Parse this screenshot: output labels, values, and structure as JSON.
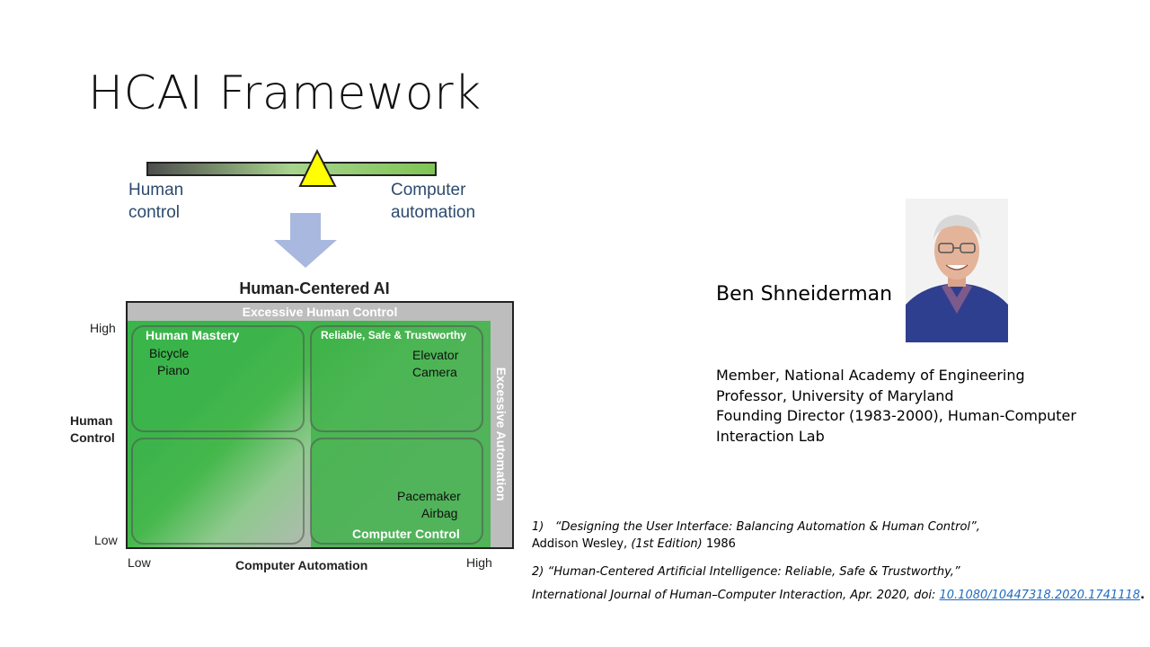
{
  "slide": {
    "title": "HCAI Framework"
  },
  "slider": {
    "left_label": "Human\ncontrol",
    "left_line1": "Human",
    "left_line2": "control",
    "right_line1": "Computer",
    "right_line2": "automation"
  },
  "diagram": {
    "title": "Human-Centered AI",
    "top_band": "Excessive Human Control",
    "right_band": "Excessive Automation",
    "y_axis_title_line1": "Human",
    "y_axis_title_line2": "Control",
    "y_high": "High",
    "y_low": "Low",
    "x_axis_title": "Computer Automation",
    "x_low": "Low",
    "x_high": "High",
    "quadrants": {
      "top_left": {
        "heading": "Human Mastery",
        "items": [
          "Bicycle",
          "Piano"
        ]
      },
      "top_right": {
        "heading": "Reliable, Safe & Trustworthy",
        "items": [
          "Elevator",
          "Camera"
        ]
      },
      "bottom_right": {
        "heading": "Computer Control",
        "items": [
          "Pacemaker",
          "Airbag"
        ]
      }
    }
  },
  "person": {
    "name": "Ben Shneiderman",
    "credentials": [
      "Member, National Academy of Engineering",
      "Professor,  University of Maryland",
      "Founding Director (1983-2000), Human-Computer",
      "Interaction Lab"
    ]
  },
  "references": {
    "ref1_prefix": "1)",
    "ref1_title": "“Designing the User Interface: Balancing Automation & Human Control”,",
    "ref1_publisher": "Addison Wesley, ",
    "ref1_edition": "(1st Edition)",
    "ref1_year": " 1986",
    "ref2_title": "2) “Human-Centered Artificial Intelligence: Reliable, Safe & Trustworthy,”",
    "ref2_journal": "International Journal of Human–Computer Interaction, Apr. 2020, doi: ",
    "ref2_doi": "10.1080/10447318.2020.1741118",
    "ref2_end": "."
  },
  "colors": {
    "accent_green": "#3fb249",
    "triangle_yellow": "#ffff00",
    "arrow_blue": "#a9b8df",
    "link_blue": "#1f6cc2"
  }
}
